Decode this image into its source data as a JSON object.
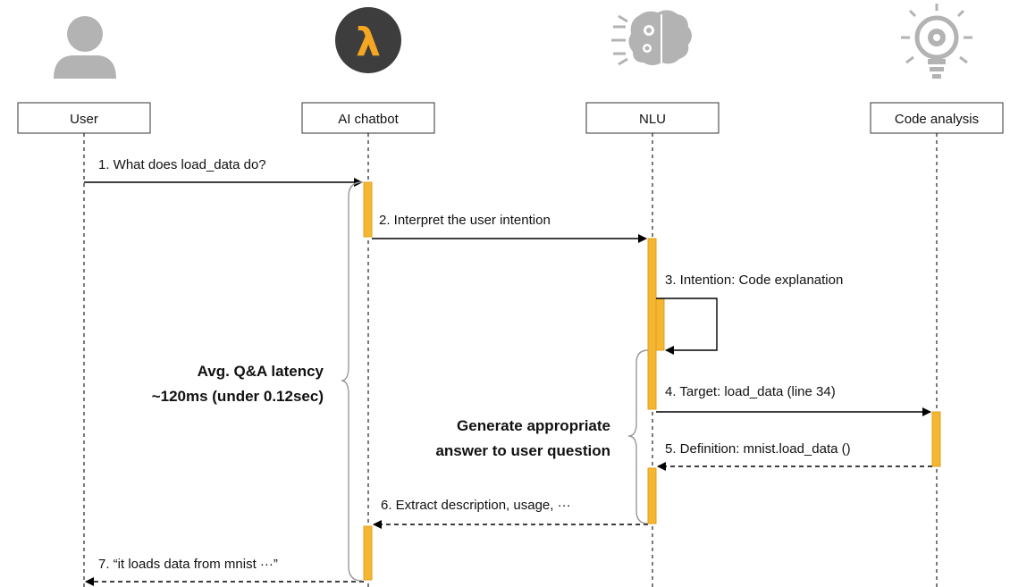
{
  "actors": [
    {
      "id": "user",
      "label": "User",
      "icon": "user-icon"
    },
    {
      "id": "chatbot",
      "label": "AI chatbot",
      "icon": "lambda-icon"
    },
    {
      "id": "nlu",
      "label": "NLU",
      "icon": "brain-gears-icon"
    },
    {
      "id": "code",
      "label": "Code analysis",
      "icon": "lightbulb-gear-icon"
    }
  ],
  "messages": [
    {
      "label": "1. What does load_data do?",
      "style": "solid"
    },
    {
      "label": "2. Interpret the user intention",
      "style": "solid"
    },
    {
      "label": "3. Intention: Code explanation",
      "style": "self"
    },
    {
      "label": "4. Target: load_data (line 34)",
      "style": "solid"
    },
    {
      "label": "5. Definition: mnist.load_data ()",
      "style": "dashed"
    },
    {
      "label": "6. Extract description, usage, ···",
      "style": "dashed"
    },
    {
      "label": "7. “it loads data from mnist ···”",
      "style": "dashed"
    }
  ],
  "notes": {
    "latency_line1": "Avg. Q&A latency",
    "latency_line2": "~120ms (under 0.12sec)",
    "generate_line1": "Generate appropriate",
    "generate_line2": "answer to user question"
  },
  "colors": {
    "activation": "#f5b731",
    "icon_gray": "#b3b3b3",
    "lambda_bg": "#3d3d3d",
    "lambda_fg": "#f5a623"
  }
}
